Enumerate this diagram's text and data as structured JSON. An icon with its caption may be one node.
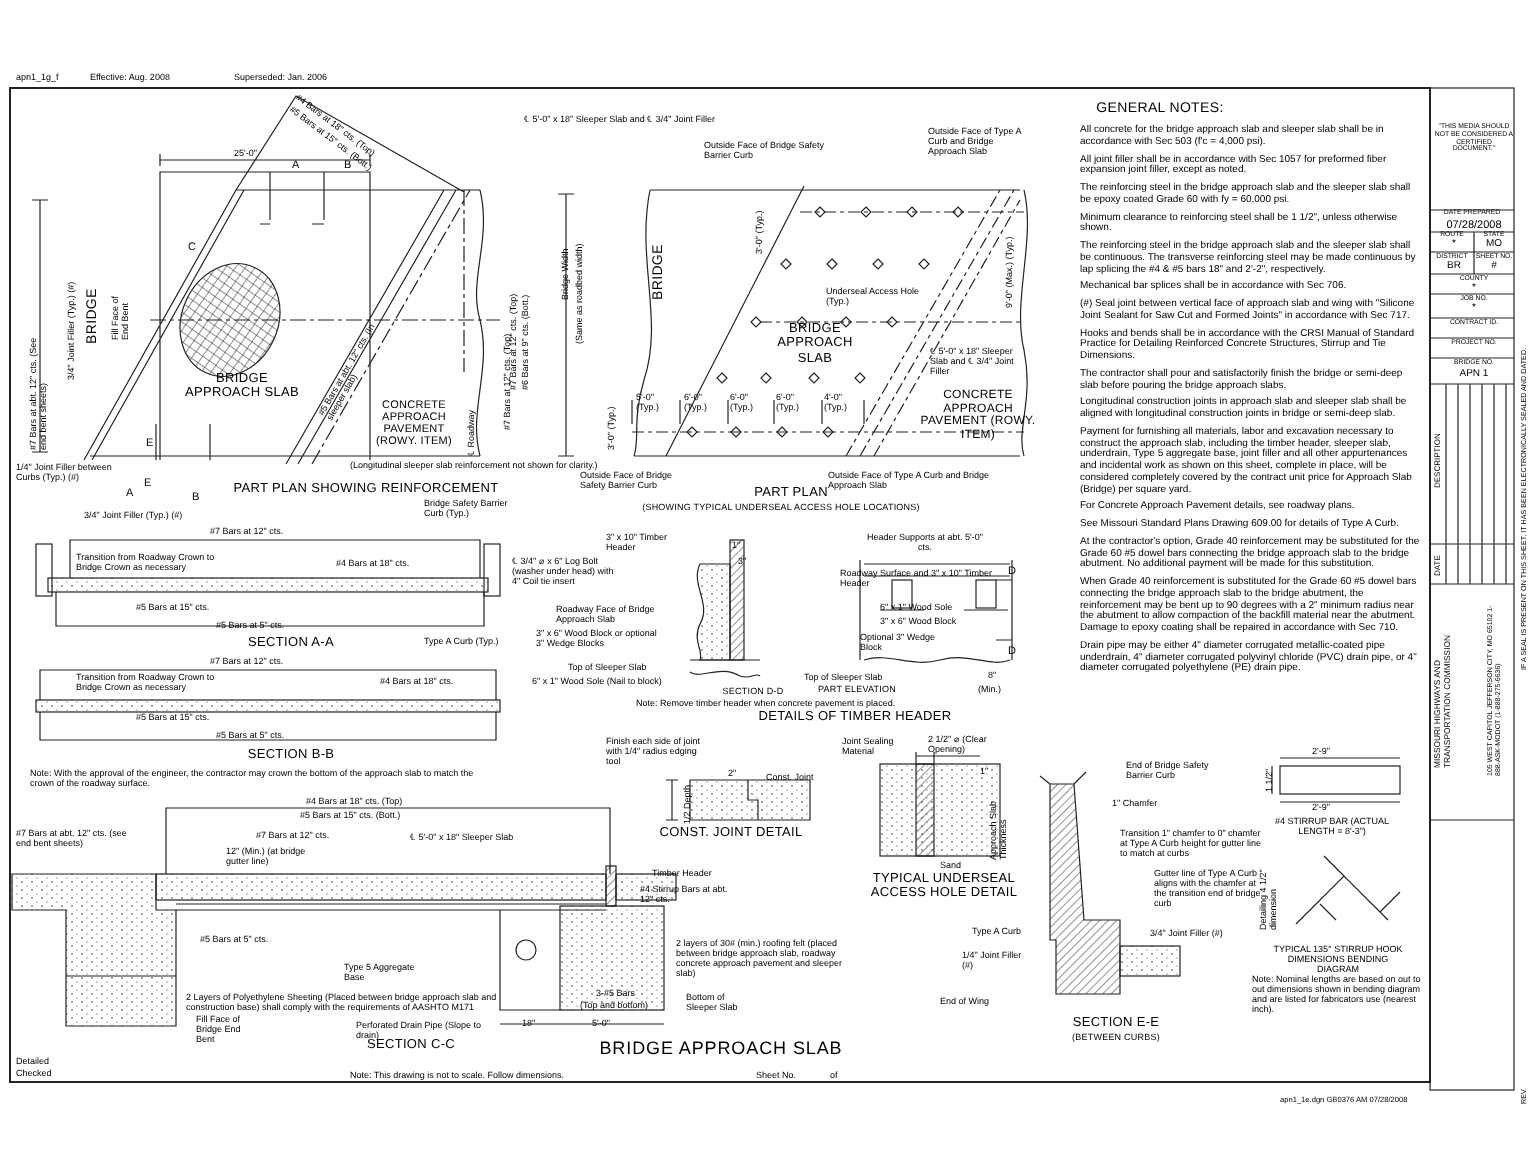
{
  "diagram": {
    "title": "BRIDGE APPROACH SLAB",
    "labels": [
      "apn1_1g_f",
      "Effective: Aug. 2008",
      "Superseded: Jan. 2006",
      "#4 Bars at 18\" cts. (Top)",
      "#5 Bars at 15\" cts. (Bott.)",
      "25'-0\"",
      "A",
      "B",
      "C",
      "#7 Bars at abt. 12\" cts. (See end bent sheets)",
      "3/4\" Joint Filler (Typ.) (#)",
      "BRIDGE",
      "Fill Face of End Bent",
      "BRIDGE APPROACH SLAB",
      "CONCRETE APPROACH PAVEMENT (ROWY. ITEM)",
      "#5 Bars at abt. 12\" cts. (In sleeper slab)",
      "℄ Roadway",
      "#7 Bars at 12\" cts. (Top)",
      "E",
      "E",
      "B",
      "A",
      "1/4\" Joint Filler between Curbs (Typ.) (#)",
      "(Longitudinal sleeper slab reinforcement not shown for clarity.)",
      "PART PLAN SHOWING REINFORCEMENT",
      "3/4\" Joint Filler (Typ.) (#)",
      "Bridge Safety Barrier Curb (Typ.)",
      "#7 Bars at 12\" cts.",
      "Transition from Roadway Crown to Bridge Crown as necessary",
      "#4 Bars at 18\" cts.",
      "#5 Bars at 15\" cts.",
      "#5 Bars at 5\" cts.",
      "SECTION A-A",
      "Type A Curb (Typ.)",
      "#7 Bars at 12\" cts.",
      "Transition from Roadway Crown to Bridge Crown as necessary",
      "#4 Bars at 18\" cts.",
      "#5 Bars at 15\" cts.",
      "#5 Bars at 5\" cts.",
      "SECTION B-B",
      "Note: With the approval of the engineer, the contractor may crown the bottom of the approach slab to match the crown of the roadway surface.",
      "#4 Bars at 18\" cts. (Top)",
      "#5 Bars at 15\" cts. (Bott.)",
      "#7 Bars at abt. 12\" cts. (see end bent sheets)",
      "#7 Bars at 12\" cts.",
      "12\" (Min.) (at bridge gutter line)",
      "℄ 5'-0\" x 18\" Sleeper Slab",
      "#5 Bars at 5\" cts.",
      "Type 5 Aggregate Base",
      "2 Layers of Polyethylene Sheeting (Placed between bridge approach slab and construction base) shall comply with the requirements of AASHTO M171",
      "Perforated Drain Pipe (Slope to drain)",
      "Fill Face of Bridge End Bent",
      "SECTION C-C",
      "Detailed",
      "Checked",
      "Note: This drawing is not to scale. Follow dimensions.",
      "Sheet No.",
      "of",
      "3\" x 10\" Timber Header",
      "℄ 3/4\" ⌀ x 6\" Log Bolt (washer under head) with 4\" Coil tie insert",
      "1\"",
      "3\"",
      "Roadway Face of Bridge Approach Slab",
      "3\" x 6\" Wood Block or optional 3\" Wedge Blocks",
      "Top of Sleeper Slab",
      "6\" x 1\" Wood Sole (Nail to block)",
      "SECTION D-D",
      "Header Supports at abt. 5'-0\" cts.",
      "Roadway Surface and 3\" x 10\" Timber Header",
      "D",
      "D",
      "6\" x 1\" Wood Sole",
      "3\" x 6\" Wood Block",
      "Optional 3\" Wedge Block",
      "Top of Sleeper Slab",
      "PART ELEVATION",
      "8\"",
      "(Min.)",
      "Note: Remove timber header when concrete pavement is placed.",
      "DETAILS OF TIMBER HEADER",
      "℄ 5'-0\" x 18\" Sleeper Slab and ℄ 3/4\" Joint Filler",
      "Outside Face of Bridge Safety Barrier Curb",
      "Outside Face of Type A Curb and Bridge Approach Slab",
      "#7 Bars at 12\" cts. (Top)",
      "#6 Bars at 9\" cts. (Bott.)",
      "Bridge Width",
      "(Same as roadbed width)",
      "BRIDGE",
      "3'-0\" (Typ.)",
      "Underseal Access Hole (Typ.)",
      "9'-0\" (Max.) (Typ.)",
      "BRIDGE APPROACH SLAB",
      "℄ 5'-0\" x 18\" Sleeper Slab and ℄ 3/4\" Joint Filler",
      "CONCRETE APPROACH PAVEMENT (ROWY. ITEM)",
      "5'-0\" (Typ.)",
      "6'-0\" (Typ.)",
      "6'-0\" (Typ.)",
      "6'-0\" (Typ.)",
      "4'-0\" (Typ.)",
      "3'-0\" (Typ.)",
      "Outside Face of Bridge Safety Barrier Curb",
      "Outside Face of Type A Curb and Bridge Approach Slab",
      "PART PLAN",
      "(SHOWING TYPICAL UNDERSEAL ACCESS HOLE LOCATIONS)",
      "Finish each side of joint with 1/4\" radius edging tool",
      "2\"",
      "Const. Joint",
      "1/2 Depth",
      "CONST. JOINT DETAIL",
      "Joint Sealing Material",
      "2 1/2\" ⌀ (Clear Opening)",
      "1\"",
      "Approach Slab Thickness",
      "Sand",
      "TYPICAL UNDERSEAL ACCESS HOLE DETAIL",
      "Timber Header",
      "#4 Stirrup Bars at abt. 12\" cts.",
      "2 layers of 30# (min.) roofing felt (placed between bridge approach slab, roadway concrete approach pavement and sleeper slab)",
      "3-#5 Bars",
      "(Top and bottom)",
      "Bottom of Sleeper Slab",
      "18\"",
      "5'-0\"",
      "Type A Curb",
      "1/4\" Joint Filler (#)",
      "End of Wing",
      "End of Bridge Safety Barrier Curb",
      "1\" Chamfer",
      "Transition 1\" chamfer to 0\" chamfer at Type A Curb height for gutter line to match at curbs",
      "Gutter line of Type A Curb aligns with the chamfer at the transition end of bridge curb",
      "3/4\" Joint Filler (#)",
      "SECTION E-E",
      "(BETWEEN CURBS)",
      "2'-9\"",
      "1 1/2\"",
      "2'-9\"",
      "#4 STIRRUP BAR (ACTUAL LENGTH = 8'-3\")",
      "Detailing 4 1/2\" dimension",
      "TYPICAL 135° STIRRUP HOOK DIMENSIONS BENDING DIAGRAM",
      "Note: Nominal lengths are based on out to out dimensions shown in bending diagram and are listed for fabricators use (nearest inch).",
      "apn1_1e.dgn   GB0376 AM 07/28/2008",
      "GENERAL NOTES:",
      "All concrete for the bridge approach slab and sleeper slab shall be in accordance with Sec 503 (f'c = 4,000 psi).",
      "All joint filler shall be in accordance with Sec 1057 for preformed fiber expansion joint filler, except as noted.",
      "The reinforcing steel in the bridge approach slab and the sleeper slab shall be epoxy coated Grade 60 with fy = 60,000 psi.",
      "Minimum clearance to reinforcing steel shall be 1 1/2\", unless otherwise shown.",
      "The reinforcing steel in the bridge approach slab and the sleeper slab shall be continuous. The transverse reinforcing steel may be made continuous by lap splicing the #4 & #5 bars 18\" and 2'-2\", respectively.",
      "Mechanical bar splices shall be in accordance with Sec 706.",
      "(#) Seal joint between vertical face of approach slab and wing with \"Silicone Joint Sealant for Saw Cut and Formed Joints\" in accordance with Sec 717.",
      "Hooks and bends shall be in accordance with the CRSI Manual of Standard Practice for Detailing Reinforced Concrete Structures, Stirrup and Tie Dimensions.",
      "The contractor shall pour and satisfactorily finish the bridge or semi-deep slab before pouring the bridge approach slabs.",
      "Longitudinal construction joints in approach slab and sleeper slab shall be aligned with longitudinal construction joints in bridge or semi-deep slab.",
      "Payment for furnishing all materials, labor and excavation necessary to construct the approach slab, including the timber header, sleeper slab, underdrain, Type 5 aggregate base, joint filler and all other appurtenances and incidental work as shown on this sheet, complete in place, will be considered completely covered by the contract unit price for Approach Slab (Bridge) per square yard.",
      "For Concrete Approach Pavement details, see roadway plans.",
      "See Missouri Standard Plans Drawing 609.00 for details of Type A Curb.",
      "At the contractor's option, Grade 40 reinforcement may be substituted for the Grade 60 #5 dowel bars connecting the bridge approach slab to the bridge abutment. No additional payment will be made for this substitution.",
      "When Grade 40 reinforcement is substituted for the Grade 60 #5 dowel bars connecting the bridge approach slab to the bridge abutment, the reinforcement may be bent up to 90 degrees with a 2\" minimum radius near the abutment to allow compaction of the backfill material near the abutment. Damage to epoxy coating shall be repaired in accordance with Sec 710.",
      "Drain pipe may be either 4\" diameter corrugated metallic-coated pipe underdrain, 4\" diameter corrugated polyvinyl chloride (PVC) drain pipe, or 4\" diameter corrugated polyethylene (PE) drain pipe.",
      "\"THIS MEDIA SHOULD NOT BE CONSIDERED A CERTIFIED DOCUMENT.\"",
      "DATE PREPARED",
      "07/28/2008",
      "ROUTE",
      "STATE",
      "*",
      "MO",
      "DISTRICT",
      "SHEET NO.",
      "BR",
      "#",
      "COUNTY",
      "*",
      "JOB NO.",
      "*",
      "CONTRACT ID.",
      "PROJECT NO.",
      "BRIDGE NO.",
      "APN 1",
      "DESCRIPTION",
      "DATE",
      "MISSOURI HIGHWAYS AND TRANSPORTATION COMMISSION",
      "105 WEST CAPITOL JEFFERSON CITY, MO 65102 1-888-ASK-MODOT (1-888-275-6636)",
      "IF A SEAL IS PRESENT ON THIS SHEET, IT HAS BEEN ELECTRONICALLY SEALED AND DATED.",
      "REV."
    ]
  }
}
